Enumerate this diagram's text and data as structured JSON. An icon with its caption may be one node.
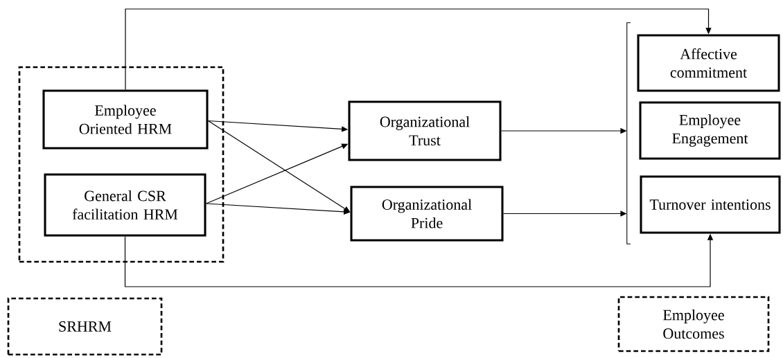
{
  "diagram": {
    "nodes": [
      {
        "text": [],
        "shape": "box"
      },
      {
        "text": [
          "Employee Oriented HRM"
        ],
        "in": 0
      },
      {
        "text": [
          "General CSR facilitation HRM"
        ],
        "in": 0
      },
      {
        "text": [
          "Organizational Trust"
        ]
      },
      {
        "text": [
          "Organizational Pride"
        ]
      },
      {
        "text": [],
        "shape": "bracket"
      },
      {
        "text": [
          "Affective commitment"
        ]
      },
      {
        "text": [
          "Employee Engagement"
        ]
      },
      {
        "text": [
          "Turnover intentions"
        ]
      },
      {
        "text": [
          "SRHRM"
        ]
      },
      {
        "text": [
          "Employee Outcomes"
        ]
      }
    ],
    "edges": [
      {
        "from": 1,
        "to": 6,
        "arrow": "to"
      },
      {
        "from": 1,
        "to": 3,
        "arrow": "to"
      },
      {
        "from": 1,
        "to": 4,
        "arrow": "to"
      },
      {
        "from": 2,
        "to": 3,
        "arrow": "to"
      },
      {
        "from": 2,
        "to": 4,
        "arrow": "to"
      },
      {
        "from": 3,
        "to": 5,
        "arrow": "to"
      },
      {
        "from": 4,
        "to": 5,
        "arrow": "to"
      },
      {
        "from": 2,
        "to": 8,
        "arrow": "to"
      }
    ]
  }
}
